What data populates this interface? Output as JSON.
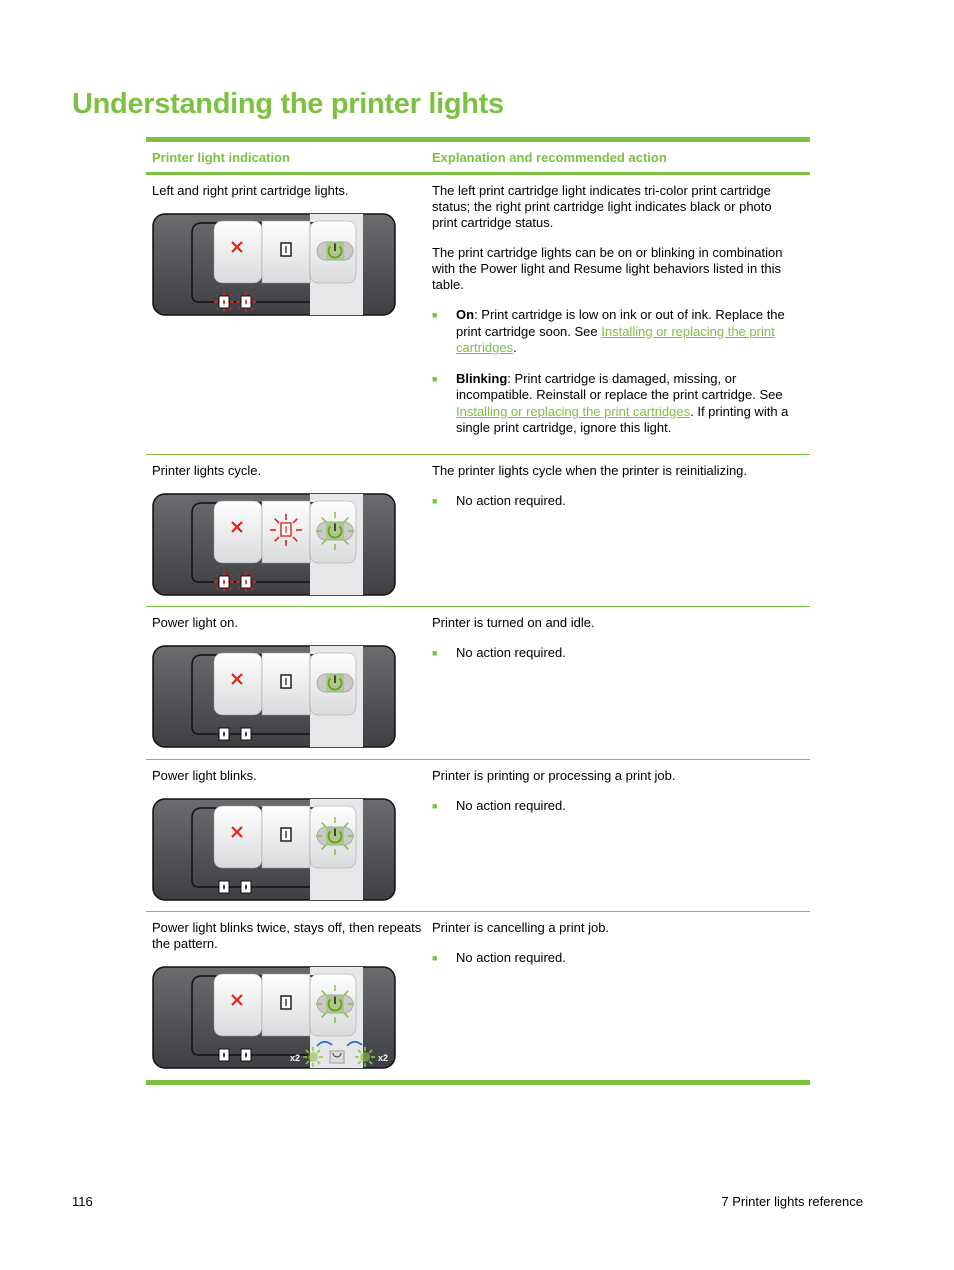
{
  "page": {
    "title": "Understanding the printer lights",
    "footer": {
      "page_number": "116",
      "chapter": "7    Printer lights reference"
    }
  },
  "table": {
    "headers": [
      "Printer light indication",
      "Explanation and recommended action"
    ],
    "rows": [
      {
        "indication": "Left and right print cartridge lights.",
        "panel": {
          "cancel_light": "off",
          "resume_light": "off",
          "power_light": "on",
          "cartridge_lights": "blinking-red",
          "cancel_pattern": false
        },
        "paragraphs": [
          "The left print cartridge light indicates tri-color print cartridge status; the right print cartridge light indicates black or photo print cartridge status.",
          "The print cartridge lights can be on or blinking in combination with the Power light and Resume light behaviors listed in this table."
        ],
        "bullets": [
          {
            "bold": "On",
            "text": ": Print cartridge is low on ink or out of ink. Replace the print cartridge soon. See ",
            "link": "Installing or replacing the print cartridges",
            "after": "."
          },
          {
            "bold": "Blinking",
            "text": ": Print cartridge is damaged, missing, or incompatible. Reinstall or replace the print cartridge. See ",
            "link": "Installing or replacing the print cartridges",
            "after": ". If printing with a single print cartridge, ignore this light."
          }
        ]
      },
      {
        "indication": "Printer lights cycle.",
        "panel": {
          "cancel_light": "off",
          "resume_light": "blinking",
          "power_light": "blinking",
          "cartridge_lights": "blinking-red",
          "cancel_pattern": false
        },
        "paragraphs": [
          "The printer lights cycle when the printer is reinitializing."
        ],
        "bullets": [
          {
            "bold": "",
            "text": "No action required.",
            "link": "",
            "after": ""
          }
        ]
      },
      {
        "indication": "Power light on.",
        "panel": {
          "cancel_light": "off",
          "resume_light": "off",
          "power_light": "on",
          "cartridge_lights": "off",
          "cancel_pattern": false
        },
        "paragraphs": [
          "Printer is turned on and idle."
        ],
        "bullets": [
          {
            "bold": "",
            "text": "No action required.",
            "link": "",
            "after": ""
          }
        ]
      },
      {
        "indication": "Power light blinks.",
        "panel": {
          "cancel_light": "off",
          "resume_light": "off",
          "power_light": "blinking",
          "cartridge_lights": "off",
          "cancel_pattern": false
        },
        "paragraphs": [
          "Printer is printing or processing a print job."
        ],
        "bullets": [
          {
            "bold": "",
            "text": "No action required.",
            "link": "",
            "after": ""
          }
        ]
      },
      {
        "indication": "Power light blinks twice, stays off, then repeats the pattern.",
        "panel": {
          "cancel_light": "off",
          "resume_light": "off",
          "power_light": "blinking",
          "cartridge_lights": "off",
          "cancel_pattern": true,
          "pattern_labels": [
            "x2",
            "x2"
          ]
        },
        "paragraphs": [
          "Printer is cancelling a print job."
        ],
        "bullets": [
          {
            "bold": "",
            "text": "No action required.",
            "link": "",
            "after": ""
          }
        ]
      }
    ]
  },
  "colors": {
    "accent_green": "#7dc142",
    "cancel_red": "#e2231a",
    "power_green": "#8cc63f"
  }
}
